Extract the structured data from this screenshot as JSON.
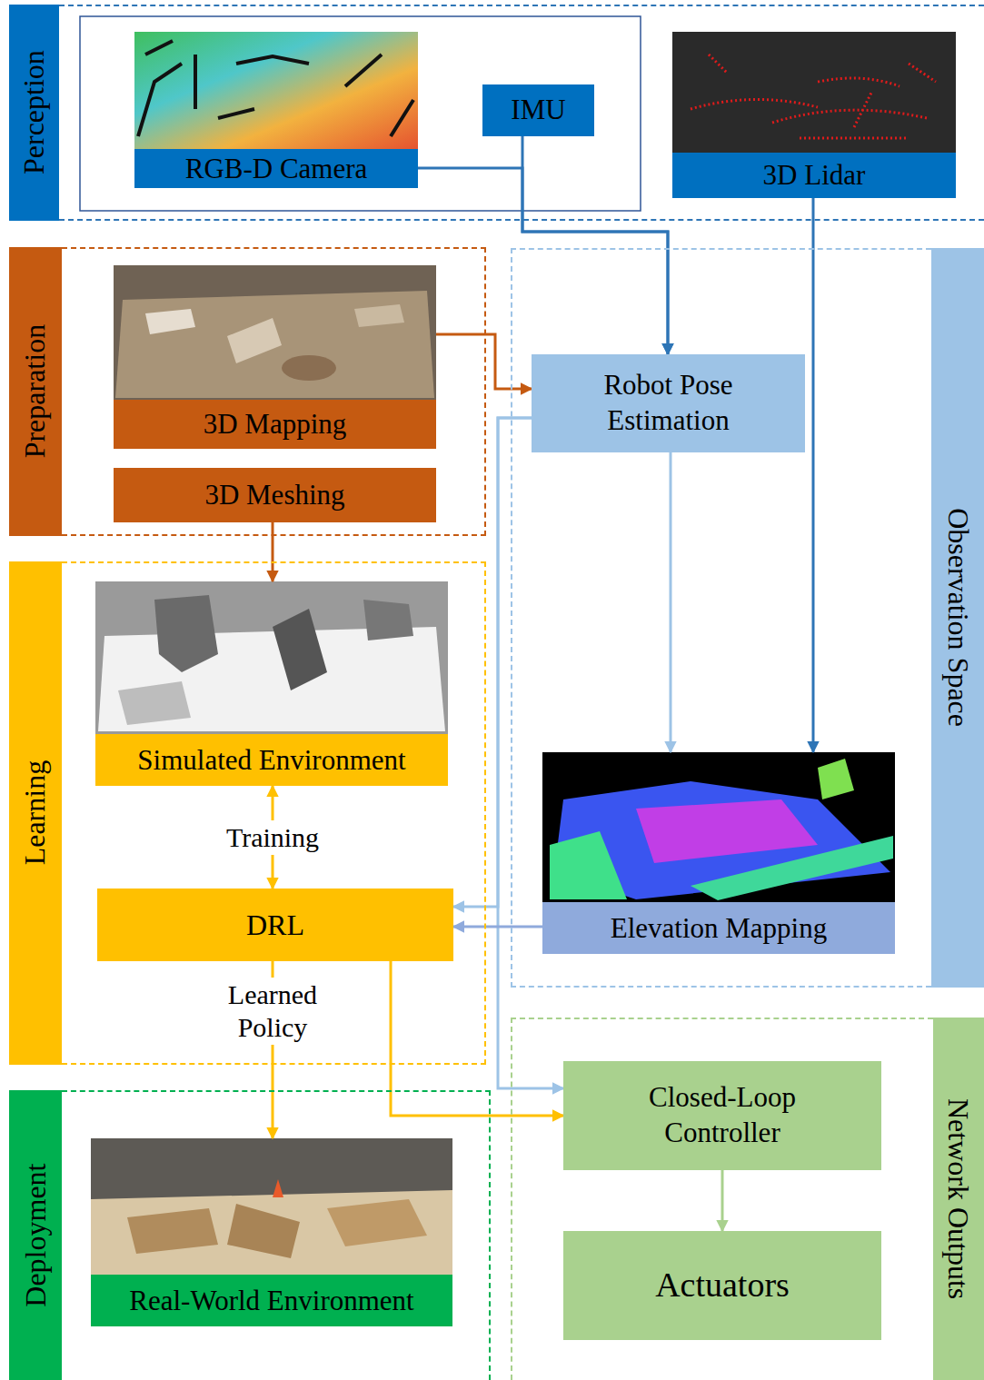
{
  "diagram": {
    "nodes": [
      {
        "text": [
          "Perception"
        ]
      },
      {
        "text": [
          "RGB-D Camera"
        ],
        "in": 0
      },
      {
        "text": [
          "IMU"
        ],
        "in": 0
      },
      {
        "text": [
          "3D Lidar"
        ],
        "in": 0
      },
      {
        "text": [
          "Preparation"
        ]
      },
      {
        "text": [
          "3D Mapping"
        ],
        "in": 4
      },
      {
        "text": [
          "3D Meshing"
        ],
        "in": 4
      },
      {
        "text": [
          "Observation Space"
        ]
      },
      {
        "text": [
          "Robot Pose Estimation"
        ],
        "in": 7
      },
      {
        "text": [
          "Elevation Mapping"
        ],
        "in": 7
      },
      {
        "text": [
          "Learning"
        ]
      },
      {
        "text": [
          "Simulated Environment"
        ],
        "in": 10
      },
      {
        "text": [
          "DRL"
        ],
        "in": 10
      },
      {
        "text": [
          "Deployment"
        ]
      },
      {
        "text": [
          "Real-World Environment"
        ],
        "in": 13
      },
      {
        "text": [
          "Network Outputs"
        ]
      },
      {
        "text": [
          "Closed-Loop Controller"
        ],
        "in": 15
      },
      {
        "text": [
          "Actuators"
        ],
        "in": 15
      }
    ],
    "edges": [
      {
        "from": 1,
        "to": 8,
        "arrow": "to"
      },
      {
        "from": 2,
        "to": 8,
        "arrow": "to"
      },
      {
        "from": 3,
        "to": 9,
        "arrow": "to"
      },
      {
        "from": 5,
        "to": 8,
        "arrow": "to"
      },
      {
        "from": 6,
        "to": 11,
        "arrow": "to"
      },
      {
        "from": 8,
        "to": 9,
        "arrow": "to"
      },
      {
        "from": 8,
        "to": 12,
        "arrow": "to"
      },
      {
        "from": 8,
        "to": 16,
        "arrow": "to"
      },
      {
        "from": 9,
        "to": 12,
        "arrow": "to"
      },
      {
        "from": 11,
        "to": 12,
        "label": "Training",
        "arrow": "both"
      },
      {
        "from": 12,
        "to": 14,
        "label": "Learned Policy",
        "arrow": "to"
      },
      {
        "from": 12,
        "to": 16,
        "arrow": "to"
      },
      {
        "from": 16,
        "to": 17,
        "arrow": "to"
      }
    ]
  }
}
